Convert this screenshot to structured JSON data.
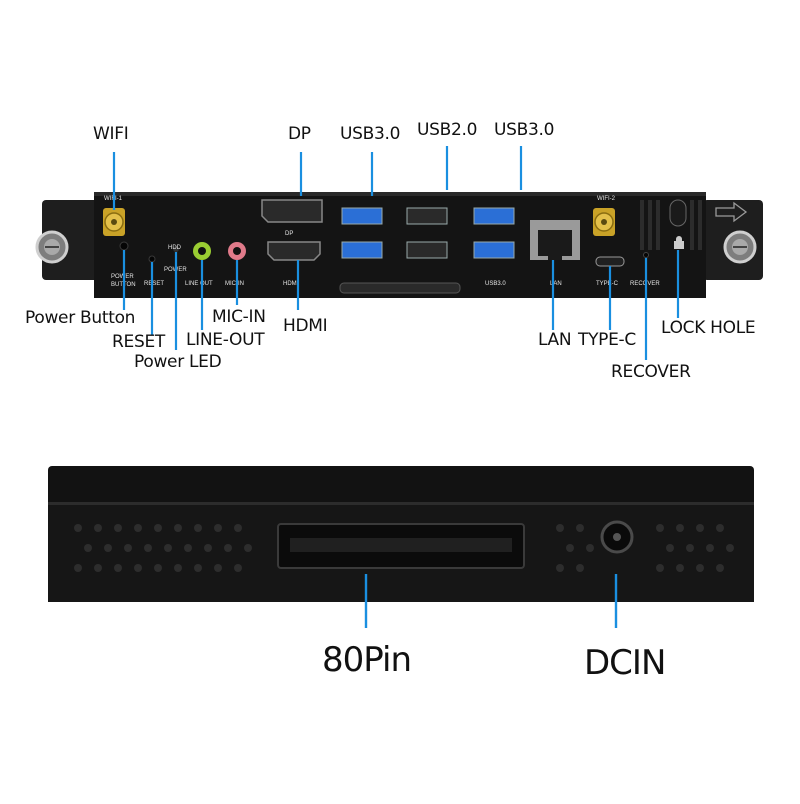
{
  "top_panel": {
    "callouts": {
      "wifi": "WIFI",
      "dp": "DP",
      "usb30_left": "USB3.0",
      "usb20": "USB2.0",
      "usb30_right": "USB3.0",
      "power_button": "Power Button",
      "reset": "RESET",
      "power_led": "Power LED",
      "line_out": "LINE-OUT",
      "mic_in": "MIC-IN",
      "hdmi": "HDMI",
      "lan": "LAN",
      "type_c": "TYPE-C",
      "recover": "RECOVER",
      "lock_hole": "LOCK HOLE"
    },
    "silkscreen": {
      "wifi1": "WIFI-1",
      "wifi2": "WIFI-2",
      "hdd": "HDD",
      "power": "POWER",
      "power_button": "POWER",
      "button": "BUTTON",
      "reset": "RESET",
      "line_out": "LINE OUT",
      "mic_in": "MIC-IN",
      "dp": "DP",
      "hdmi": "HDMI",
      "usb30": "USB3.0",
      "lan": "LAN",
      "type_c": "TYPE-C",
      "recover": "RECOVER"
    }
  },
  "bottom_panel": {
    "callouts": {
      "pin80": "80Pin",
      "dcin": "DCIN"
    }
  },
  "colors": {
    "callout_line": "#1a8fe0",
    "chassis": "#1c1c1c",
    "usb3_blue": "#2b6fd6",
    "wifi_gold": "#c9a227",
    "line_out_green": "#9acd32",
    "mic_in_pink": "#e07a8a"
  }
}
